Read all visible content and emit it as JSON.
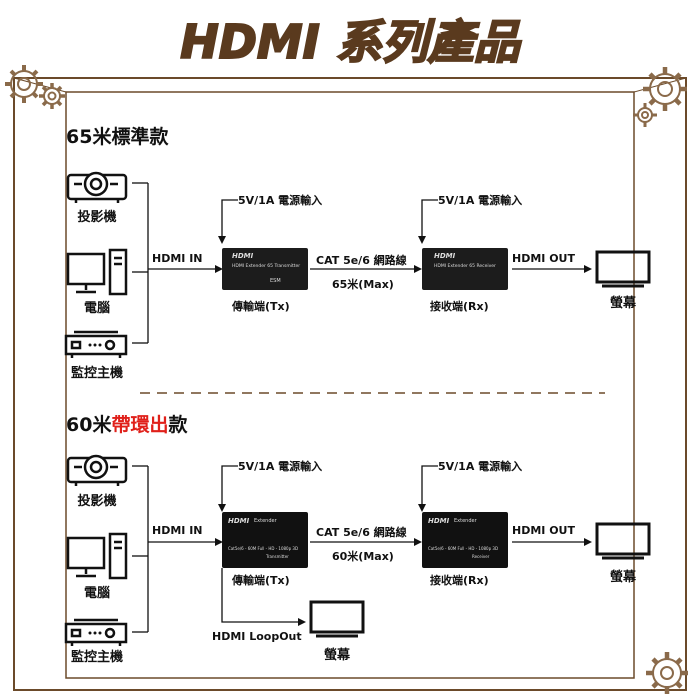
{
  "title": "HDMI 系列產品",
  "colors": {
    "border": "#6b4a2a",
    "title_fill": "#5a3a1e",
    "title_outline": "#f4ede2",
    "gear": "#8a6a4a",
    "accent_red": "#e0201a"
  },
  "sections": [
    {
      "title_prefix": "65米",
      "title_highlight": "",
      "title_suffix": "標準款",
      "sources": [
        "投影機",
        "電腦",
        "監控主機"
      ],
      "input_label": "HDMI IN",
      "power_tx": "5V/1A 電源輸入",
      "power_rx": "5V/1A 電源輸入",
      "cable_label": "CAT 5e/6 網路線",
      "distance": "65米(Max)",
      "tx_label": "傳輸端(Tx)",
      "rx_label": "接收端(Rx)",
      "output_label": "HDMI OUT",
      "display_label": "螢幕",
      "tx_box": {
        "brand": "HDMI",
        "line": "HDMI Extender 65 Transmitter",
        "code": "ESM"
      },
      "rx_box": {
        "brand": "HDMI",
        "line": "HDMI Extender 65 Receiver",
        "code": ""
      }
    },
    {
      "title_prefix": "60米",
      "title_highlight": "帶環出",
      "title_suffix": "款",
      "sources": [
        "投影機",
        "電腦",
        "監控主機"
      ],
      "input_label": "HDMI IN",
      "power_tx": "5V/1A 電源輸入",
      "power_rx": "5V/1A 電源輸入",
      "cable_label": "CAT 5e/6 網路線",
      "distance": "60米(Max)",
      "tx_label": "傳輸端(Tx)",
      "rx_label": "接收端(Rx)",
      "output_label": "HDMI OUT",
      "display_label": "螢幕",
      "loopout_label": "HDMI LoopOut",
      "loop_display_label": "螢幕",
      "tx_box": {
        "brand": "HDMI",
        "sub": "Extender",
        "line": "Cat5e/6 - 60M Full - HD - 1080p 3D",
        "role": "Transmitter"
      },
      "rx_box": {
        "brand": "HDMI",
        "sub": "Extender",
        "line": "Cat5e/6 - 60M Full - HD - 1080p 3D",
        "role": "Receiver"
      }
    }
  ]
}
